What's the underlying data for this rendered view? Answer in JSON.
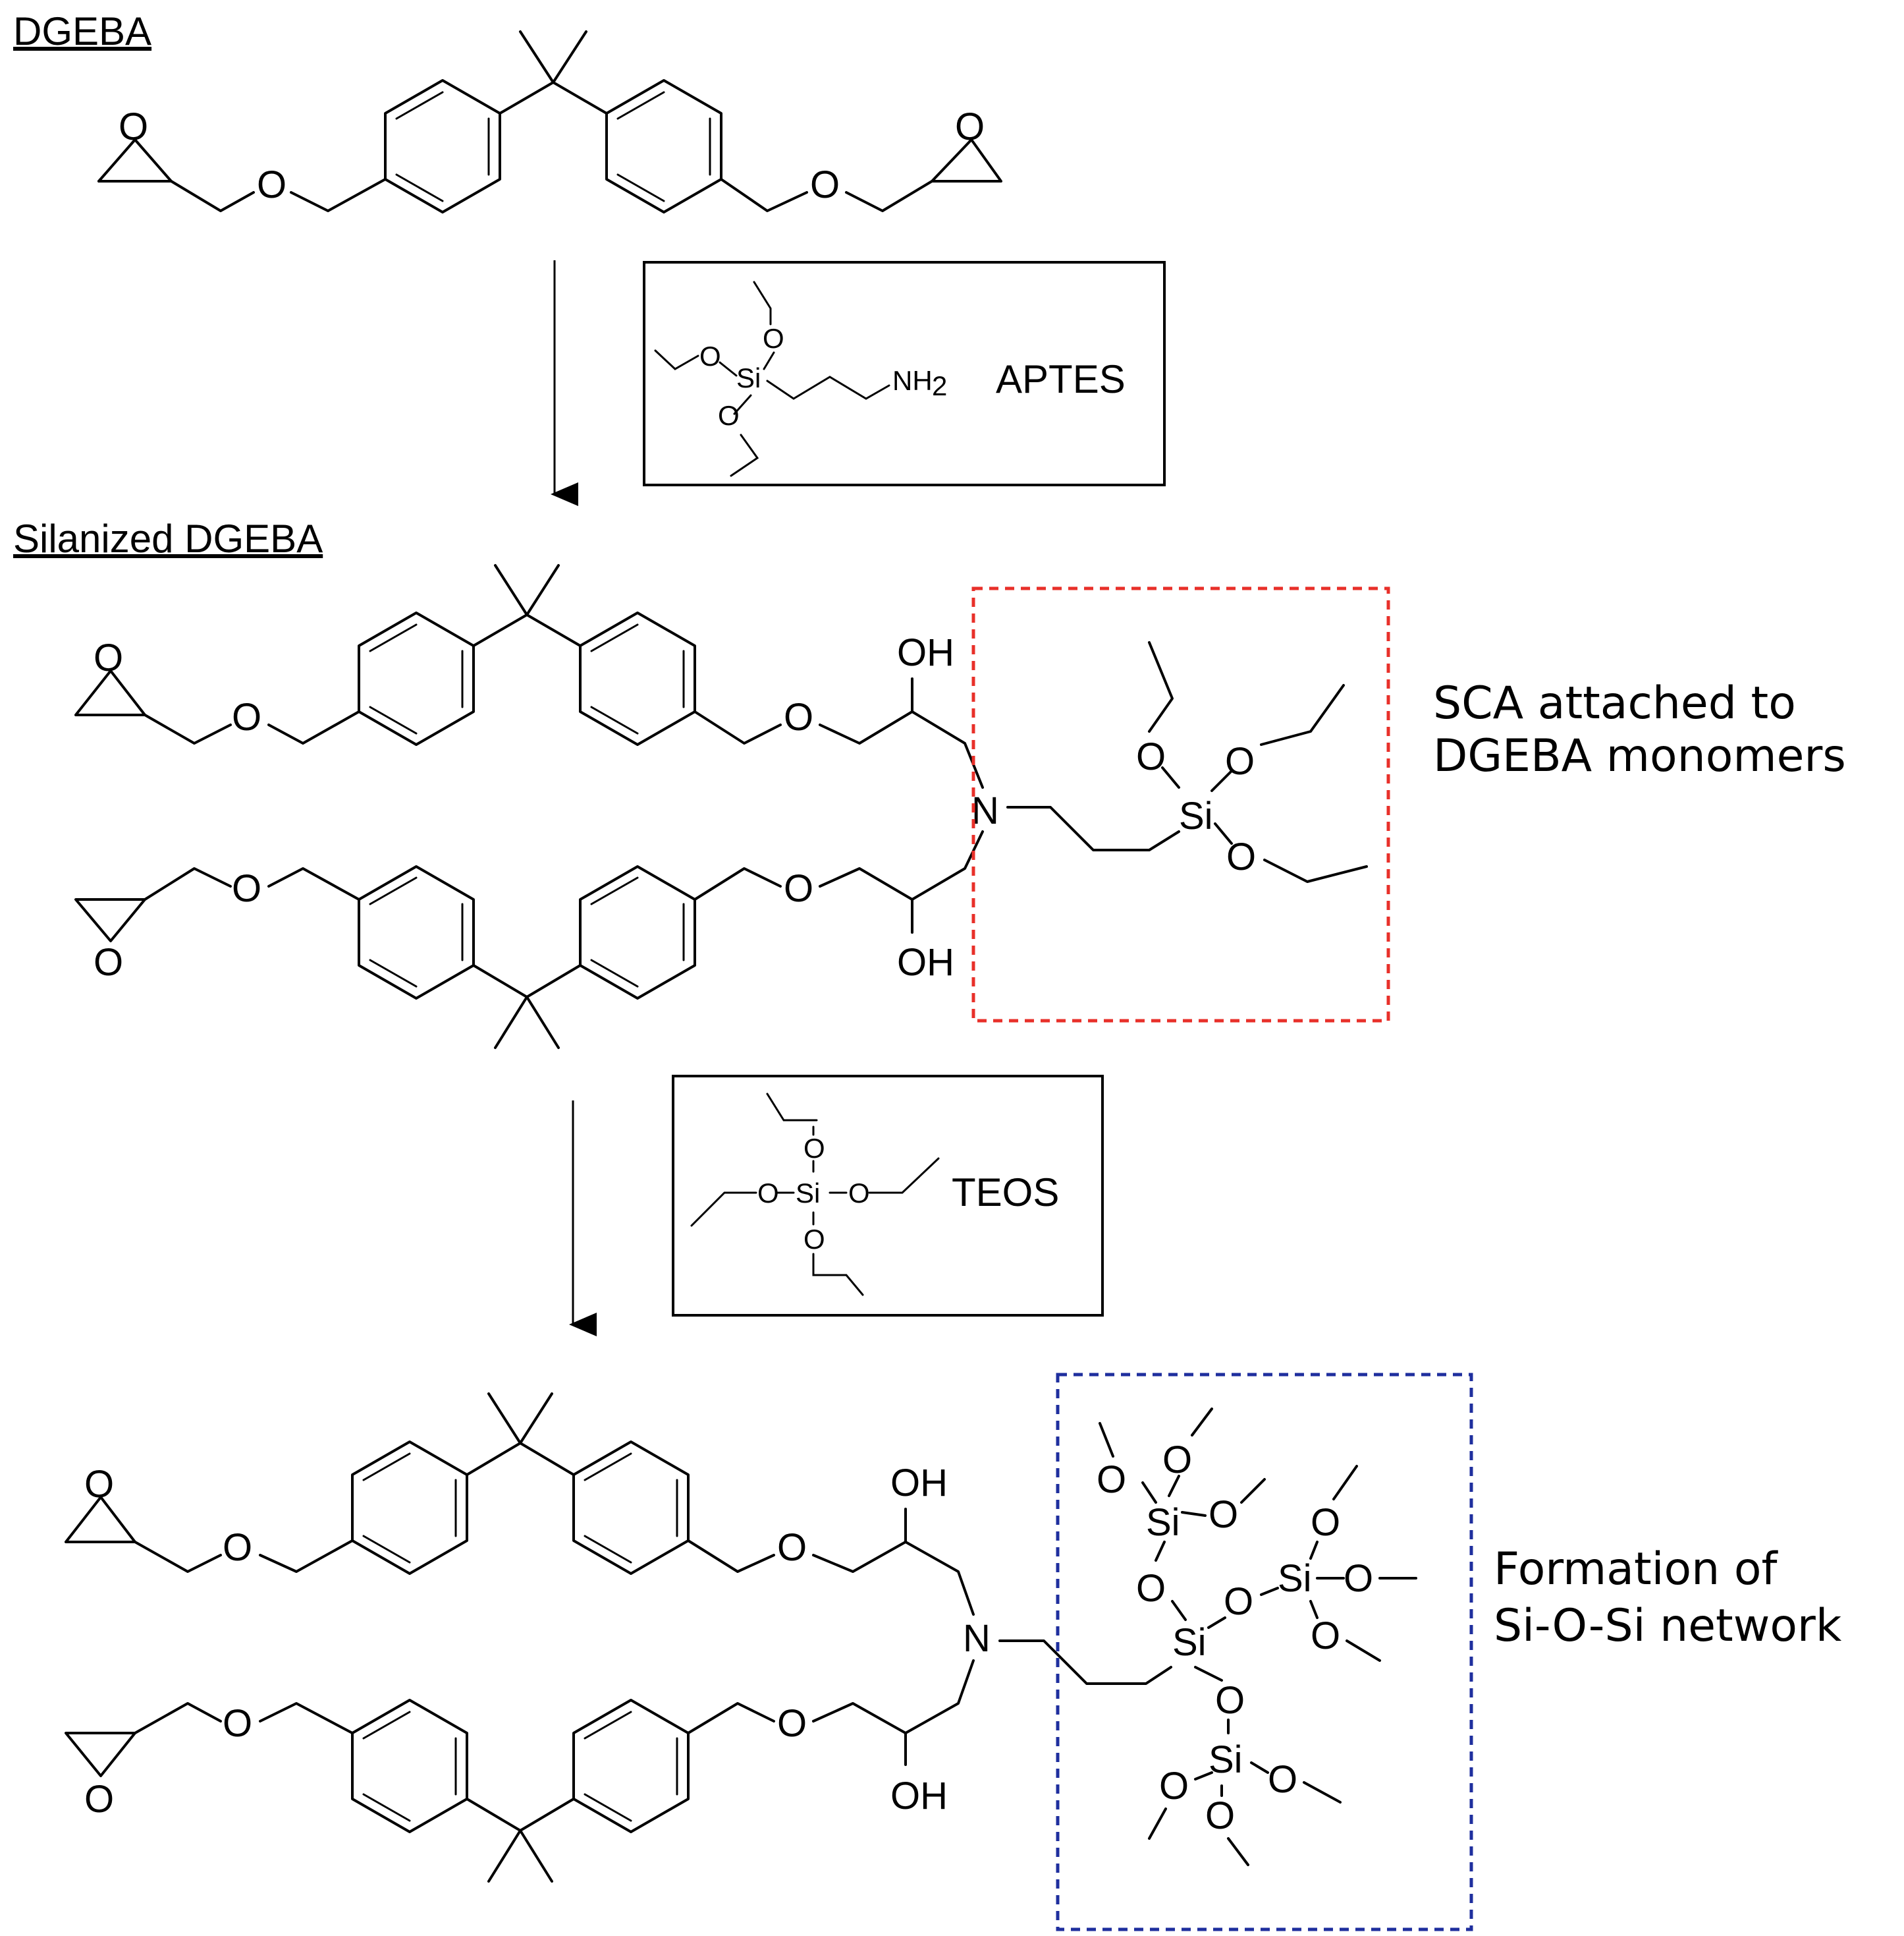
{
  "headings": {
    "dgeba": "DGEBA",
    "silanized": "Silanized DGEBA"
  },
  "reagents": {
    "aptes": "APTES",
    "teos": "TEOS"
  },
  "annotations": {
    "sca_line1": "SCA attached to",
    "sca_line2": "DGEBA monomers",
    "network_line1": "Formation of",
    "network_line2": "Si-O-Si network"
  },
  "atoms": {
    "O": "O",
    "OH": "OH",
    "N": "N",
    "Si": "Si",
    "NH2": "NH",
    "sub2": "2"
  },
  "colors": {
    "sca_box": "#e8302a",
    "network_box": "#1f2f9e"
  }
}
